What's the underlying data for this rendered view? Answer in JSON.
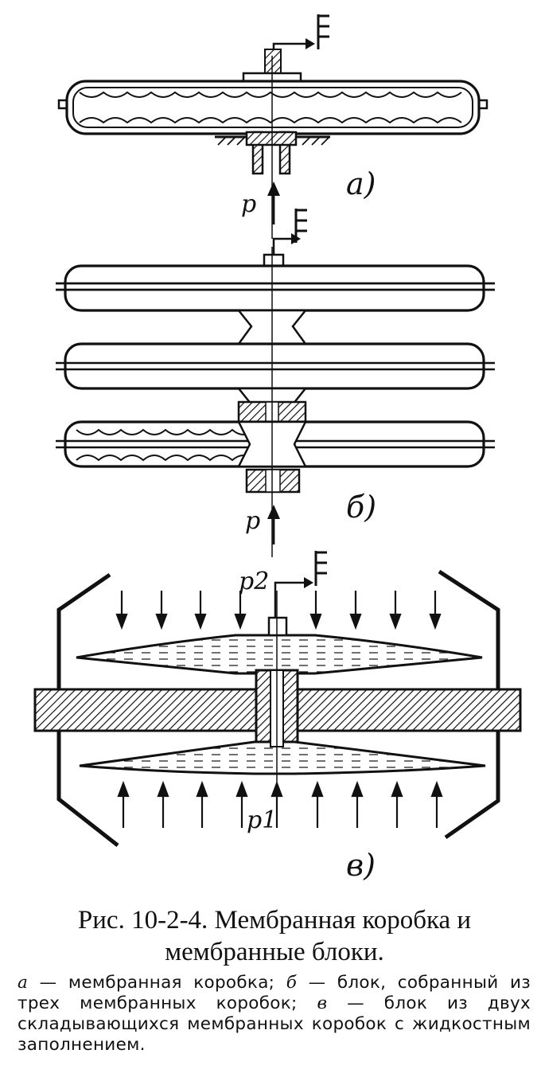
{
  "diagram": {
    "panel_labels": [
      "а)",
      "б)",
      "в)"
    ],
    "pressure_labels": {
      "a": "p",
      "b": "p",
      "c_top": "p2",
      "c_bottom": "p1"
    }
  },
  "caption": {
    "title": "Рис. 10-2-4. Мембранная коробка и мембранные блоки.",
    "legend": [
      {
        "key": "а",
        "text": "мембранная коробка;"
      },
      {
        "key": "б",
        "text": "блок, собранный из трех мембранных коробок;"
      },
      {
        "key": "в",
        "text": "блок из двух складывающихся мембранных коробок с жидкостным заполнением."
      }
    ]
  }
}
